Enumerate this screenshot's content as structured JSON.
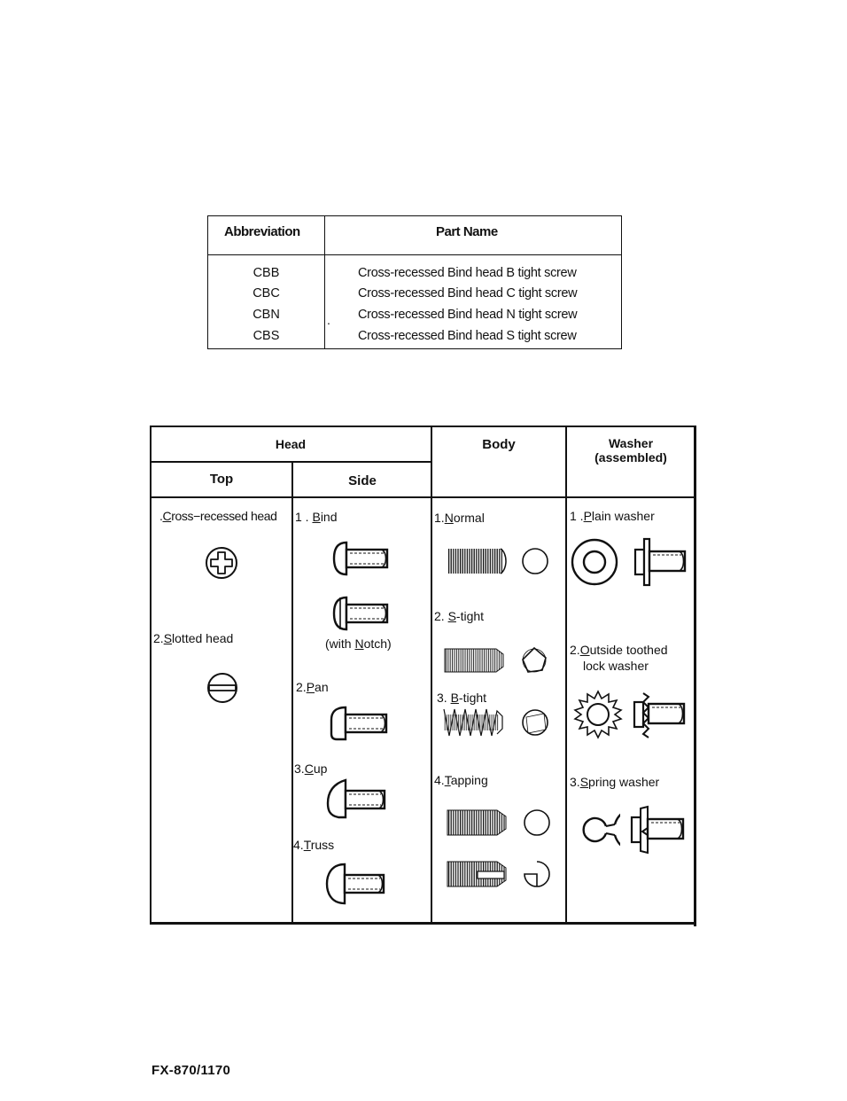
{
  "abbreviation_table": {
    "headers": {
      "abbreviation": "Abbreviation",
      "part_name": "Part Name"
    },
    "rows": [
      {
        "code": "CBB",
        "name": "Cross-recessed Bind head B tight screw"
      },
      {
        "code": "CBC",
        "name": "Cross-recessed Bind head C tight screw"
      },
      {
        "code": "CBN",
        "name": "Cross-recessed Bind head N tight screw"
      },
      {
        "code": "CBS",
        "name": "Cross-recessed Bind head S tight screw"
      }
    ],
    "mark": "."
  },
  "screw_table": {
    "headers": {
      "head": "Head",
      "top": "Top",
      "side": "Side",
      "body": "Body",
      "washer": "Washer",
      "washer_sub": "(assembled)"
    },
    "top": [
      {
        "prefix": ".",
        "key": "C",
        "rest": "ross−recessed head",
        "icon": "cross-recessed-head-icon"
      },
      {
        "prefix": "2.",
        "key": "S",
        "rest": "lotted  head",
        "icon": "slotted-head-icon"
      }
    ],
    "side": [
      {
        "prefix": "1 . ",
        "key": "B",
        "rest": "ind",
        "icon": "bind-head-screw-icon"
      },
      {
        "note_prefix": "(with ",
        "note_key": "N",
        "note_rest": "otch)",
        "icon": "bind-head-notch-screw-icon"
      },
      {
        "prefix": "2.",
        "key": "P",
        "rest": "an",
        "icon": "pan-head-screw-icon"
      },
      {
        "prefix": "3.",
        "key": "C",
        "rest": "up",
        "icon": "cup-head-screw-icon"
      },
      {
        "prefix": "4.",
        "key": "T",
        "rest": "russ",
        "icon": "truss-head-screw-icon"
      }
    ],
    "body": [
      {
        "prefix": "1.",
        "key": "N",
        "rest": "ormal",
        "icon": "normal-thread-icon"
      },
      {
        "prefix": "2. ",
        "key": "S",
        "rest": "-tight",
        "icon": "s-tight-thread-icon"
      },
      {
        "prefix": "3. ",
        "key": "B",
        "rest": "-tight",
        "icon": "b-tight-thread-icon"
      },
      {
        "prefix": "4.",
        "key": "T",
        "rest": "apping",
        "icon": "tapping-thread-icon"
      }
    ],
    "washer": [
      {
        "prefix": "1 .",
        "key": "P",
        "rest": "lain washer",
        "icon": "plain-washer-icon"
      },
      {
        "prefix": "2.",
        "key": "O",
        "rest": "utside toothed",
        "line2": "lock washer",
        "icon": "toothed-lock-washer-icon"
      },
      {
        "prefix": "3.",
        "key": "S",
        "rest": "pring washer",
        "icon": "spring-washer-icon"
      }
    ]
  },
  "footer": {
    "model": "FX-870/1170"
  }
}
